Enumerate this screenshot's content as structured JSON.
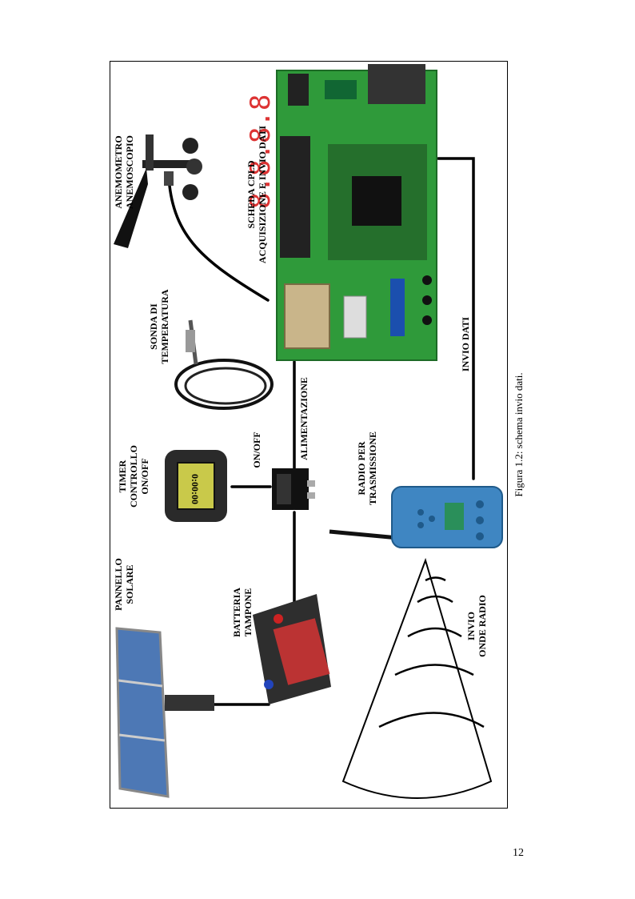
{
  "diagram": {
    "labels": {
      "anemometro": [
        "ANEMOMETRO",
        "ANEMOSCOPIO"
      ],
      "scheda": [
        "SCHEDA CPLD",
        "ACQUISIZIONE E INVIO DATI"
      ],
      "sonda": [
        "SONDA DI",
        "TEMPERATURA"
      ],
      "timer": [
        "TIMER",
        "CONTROLLO",
        "ON/OFF"
      ],
      "onoff": "ON/OFF",
      "alimentazione": "ALIMENTAZIONE",
      "invio_dati": "INVIO DATI",
      "radio": [
        "RADIO PER",
        "TRASMISSIONE"
      ],
      "pannello": [
        "PANNELLO",
        "SOLARE"
      ],
      "batteria": [
        "BATTERIA",
        "TAMPONE"
      ],
      "onde": [
        "INVIO",
        "ONDE RADIO"
      ]
    },
    "timer_display": "0:00:00",
    "caption": "Figura 1.2: schema invio dati."
  },
  "page": {
    "number": "12"
  },
  "colors": {
    "board": "#2f9a3a",
    "radio": "#3f86c2",
    "panel": "#4d78b5",
    "battery": "#2e2e2e"
  }
}
